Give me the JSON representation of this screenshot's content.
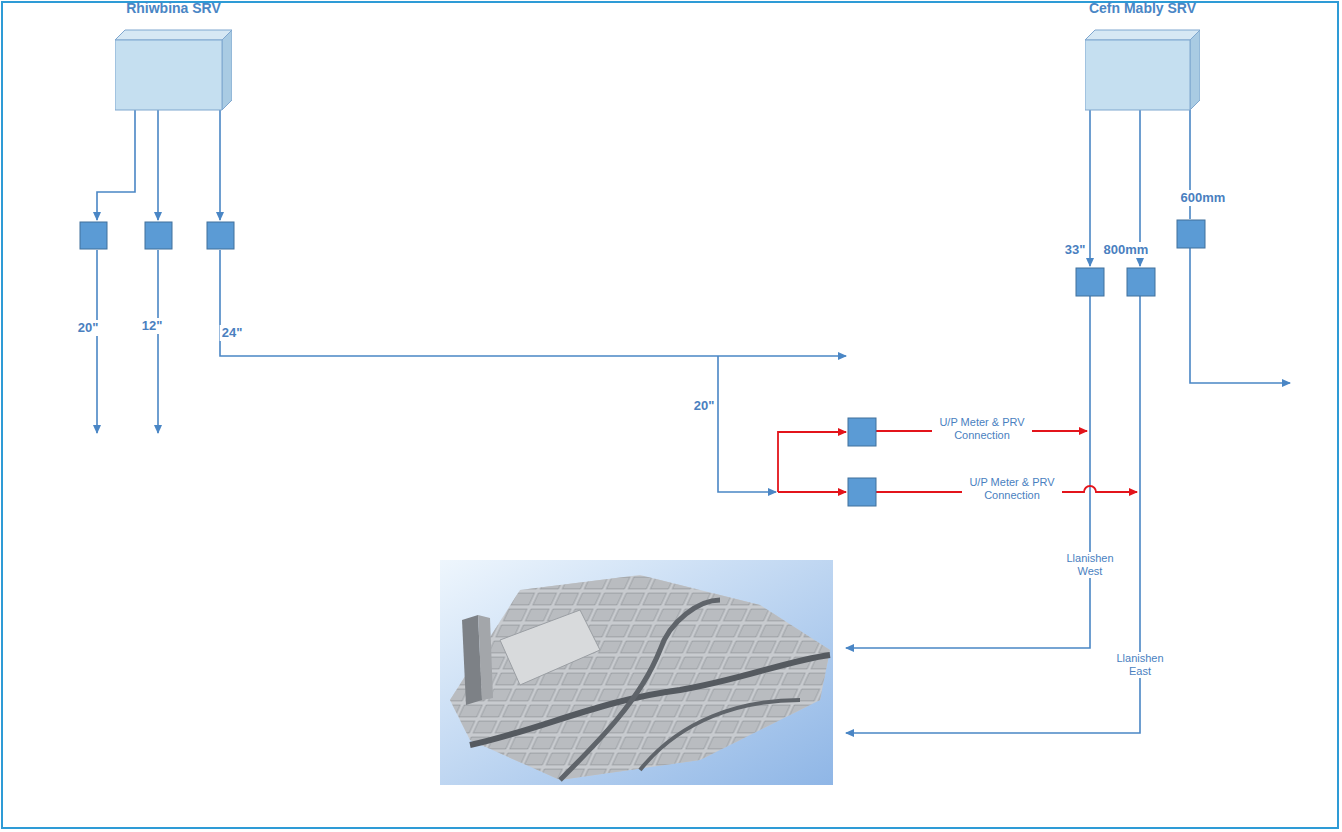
{
  "diagram": {
    "nodes": [
      {
        "text": [
          "Rhiwbina SRV"
        ]
      },
      {
        "text": [
          "Cefn Mably SRV"
        ]
      }
    ],
    "labels": [
      "20\"",
      "12\"",
      "24\"",
      "20\"",
      "33\"",
      "800mm",
      "600mm",
      "U/P Meter & PRV Connection",
      "U/P Meter & PRV Connection",
      "Llanishen West",
      "Llanishen East"
    ]
  }
}
